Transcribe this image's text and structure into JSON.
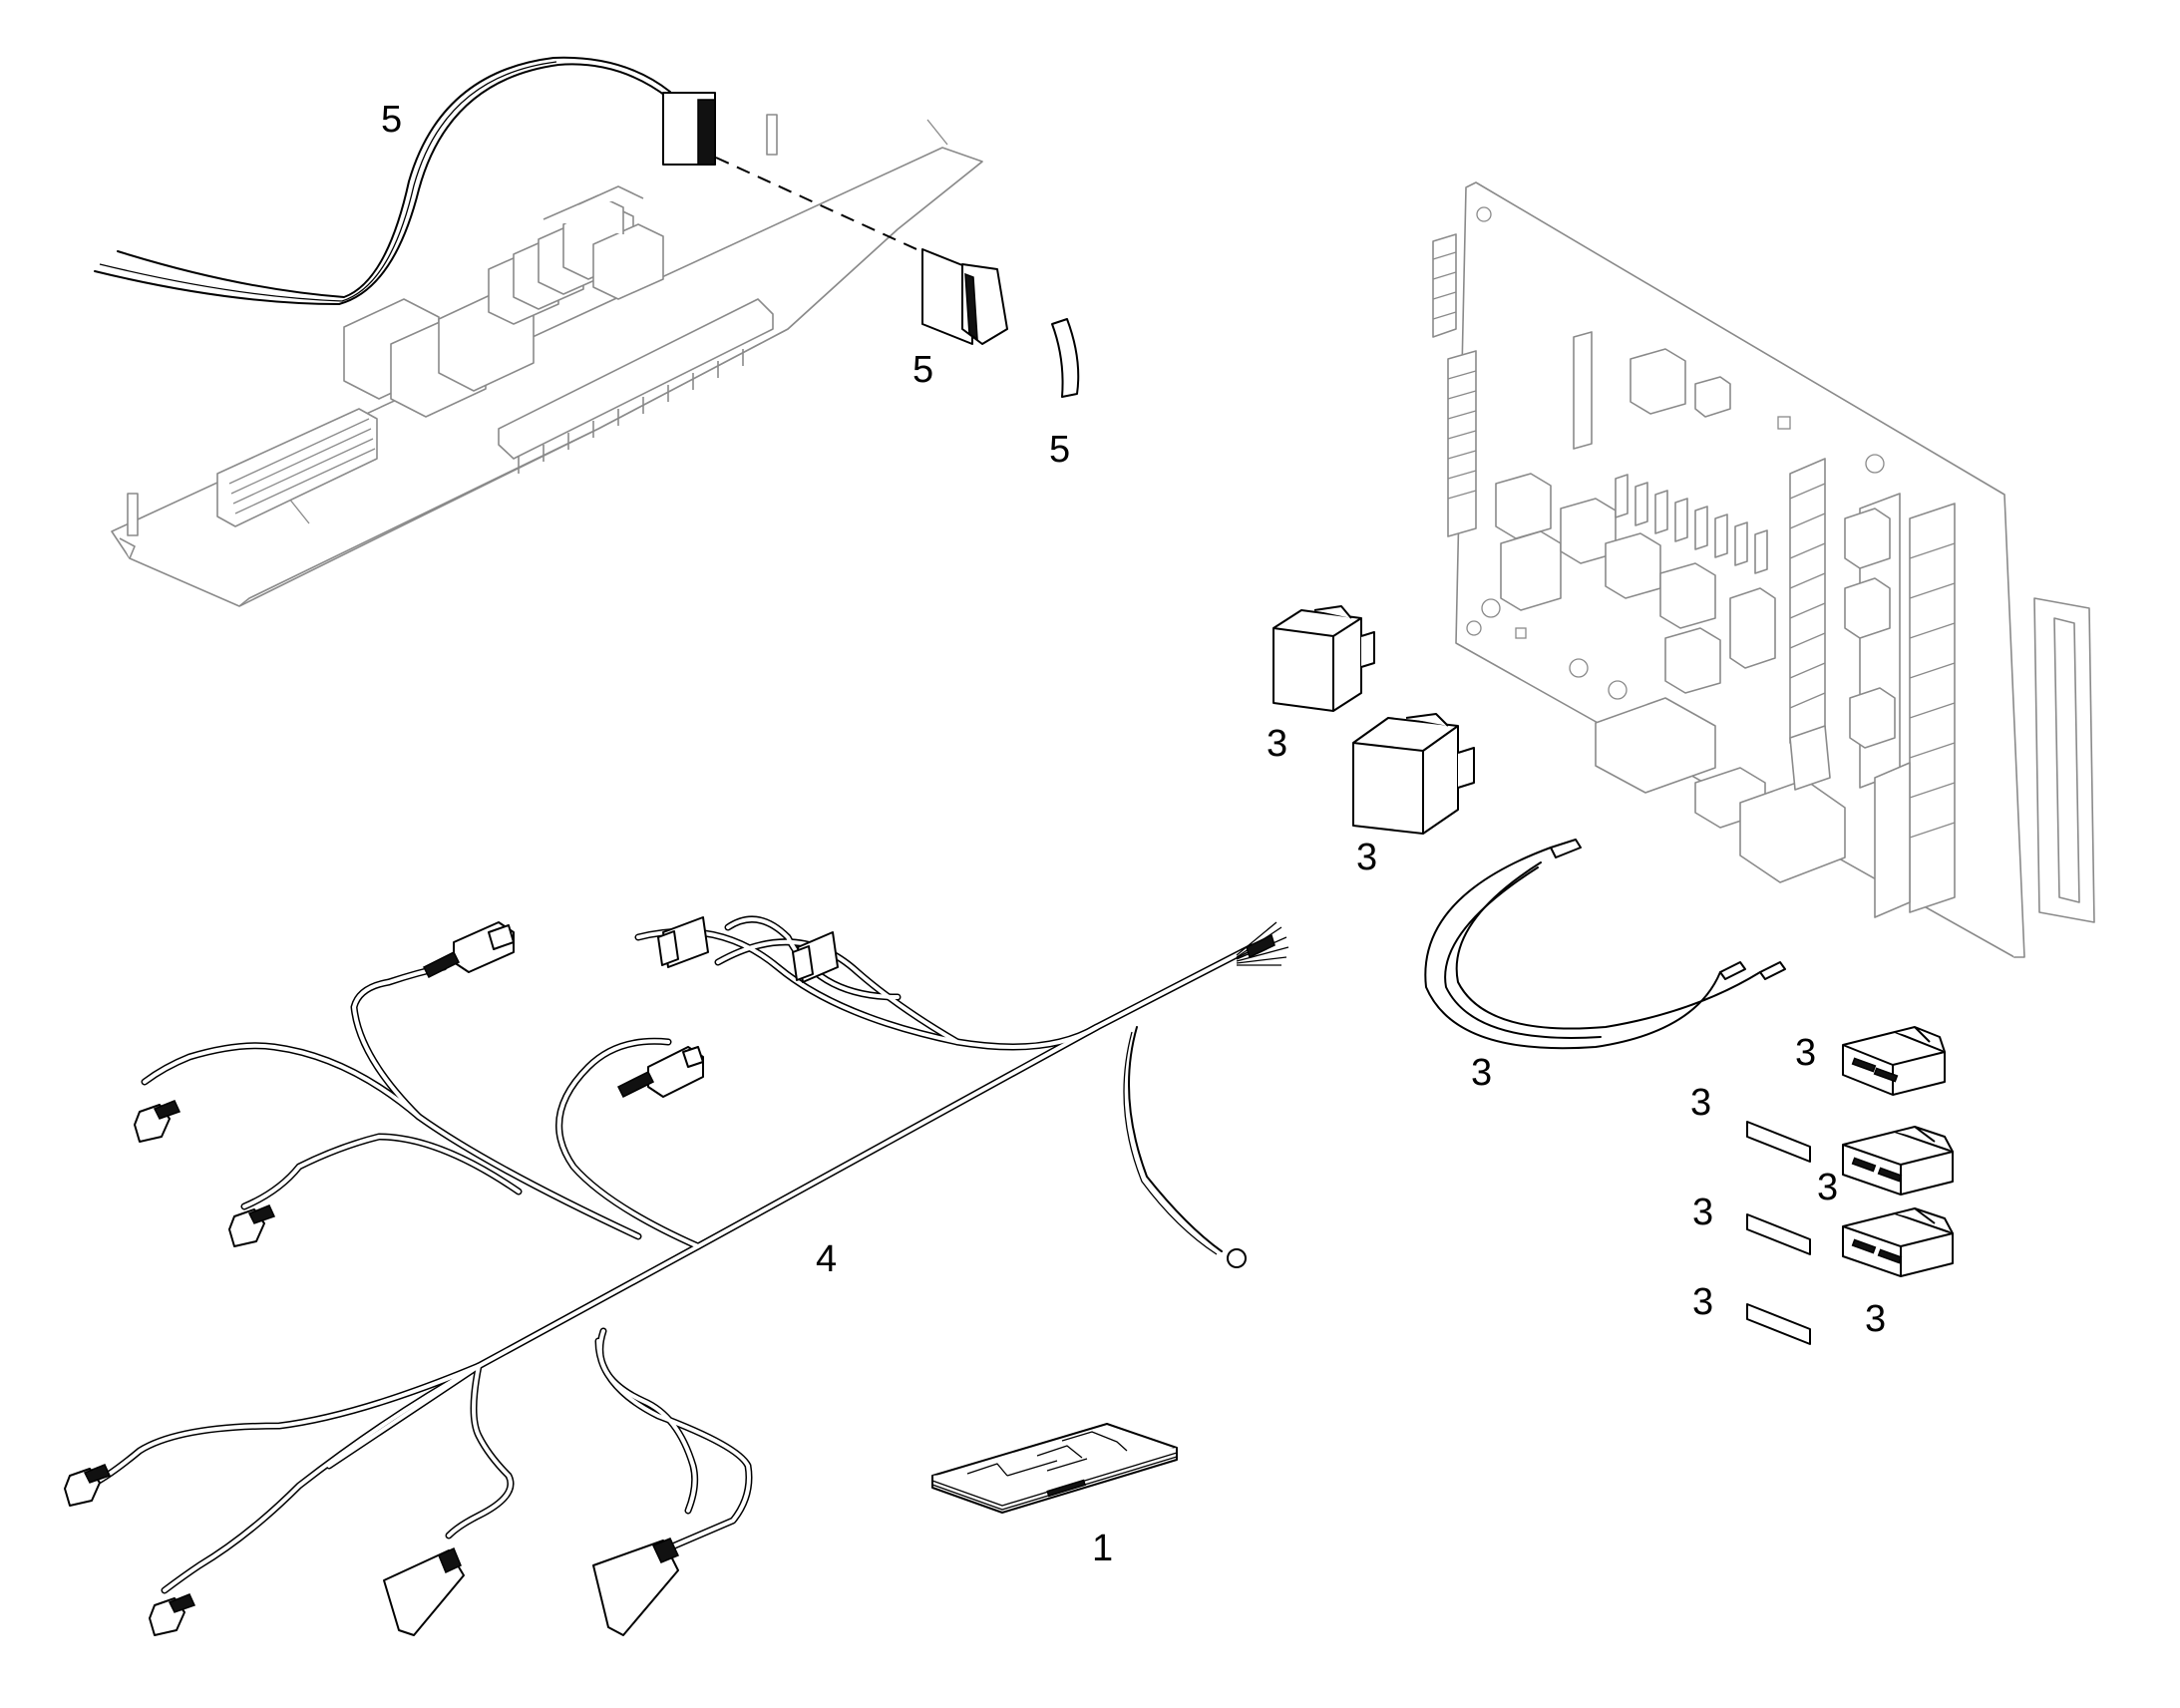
{
  "callouts": [
    {
      "id": "c5a",
      "text": "5"
    },
    {
      "id": "c5b",
      "text": "5"
    },
    {
      "id": "c5c",
      "text": "5"
    },
    {
      "id": "c3a",
      "text": "3"
    },
    {
      "id": "c3b",
      "text": "3"
    },
    {
      "id": "c3c",
      "text": "3"
    },
    {
      "id": "c3d",
      "text": "3"
    },
    {
      "id": "c3e",
      "text": "3"
    },
    {
      "id": "c3f",
      "text": "3"
    },
    {
      "id": "c3g",
      "text": "3"
    },
    {
      "id": "c3h",
      "text": "3"
    },
    {
      "id": "c3i",
      "text": "3"
    },
    {
      "id": "c4",
      "text": "4"
    },
    {
      "id": "c1",
      "text": "1"
    }
  ]
}
